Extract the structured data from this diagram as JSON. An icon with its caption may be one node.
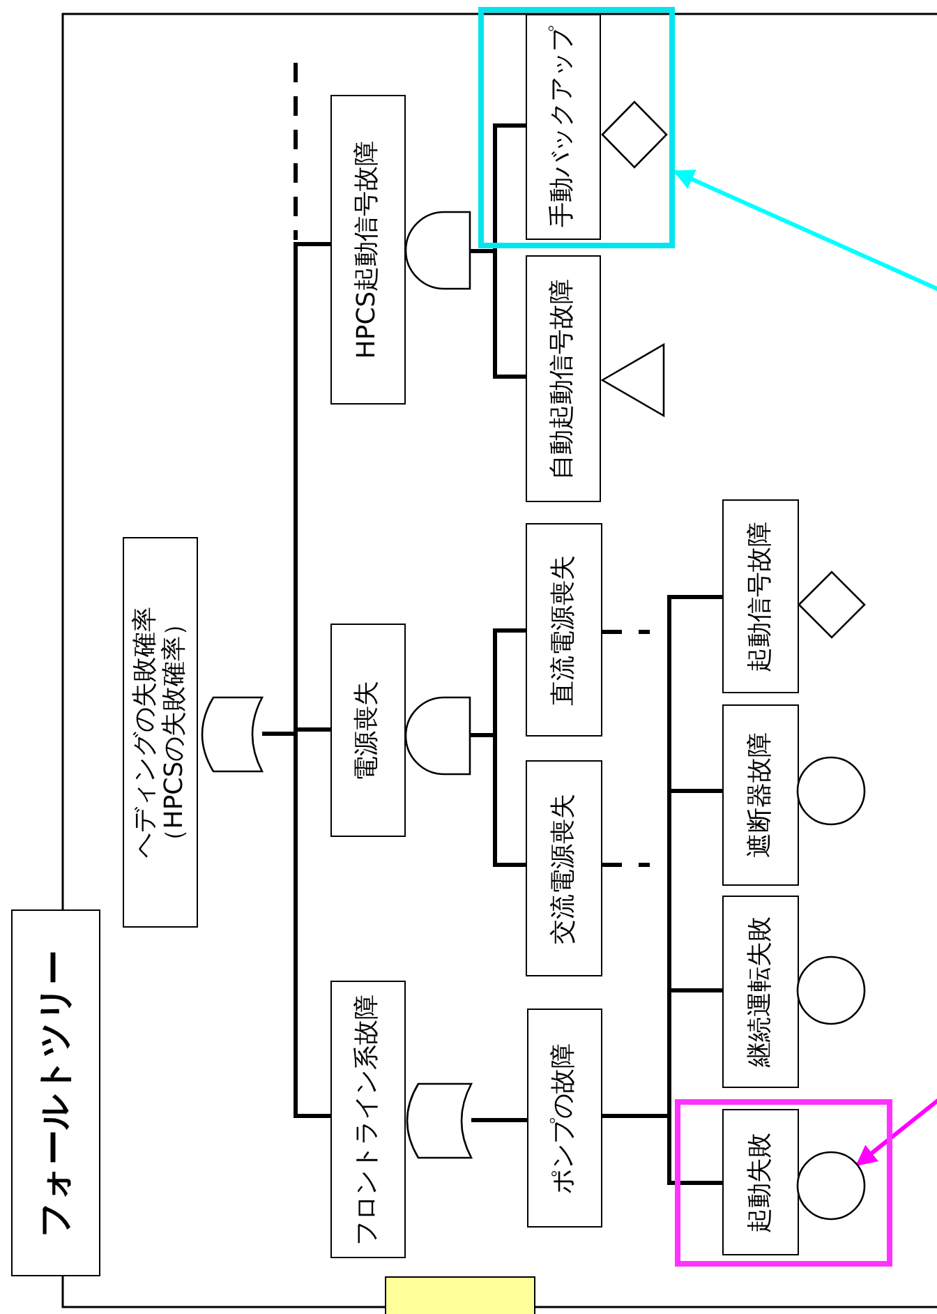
{
  "diagram": {
    "title": "フォールトツリー",
    "nodes": [
      {
        "text": [
          "ヘディングの失敗確率（HPCSの失敗確率）"
        ]
      },
      {
        "text": [],
        "shape": "or-gate"
      },
      {
        "text": [
          "HPCS起動信号故障"
        ]
      },
      {
        "text": [],
        "shape": "and-gate"
      },
      {
        "text": [],
        "shape": "box"
      },
      {
        "text": [
          "手動バックアップ"
        ],
        "in": 4
      },
      {
        "text": [],
        "shape": "diamond",
        "in": 4
      },
      {
        "text": [
          "自動起動信号故障"
        ]
      },
      {
        "text": [],
        "shape": "triangle"
      },
      {
        "text": [
          "電源喪失"
        ]
      },
      {
        "text": [],
        "shape": "and-gate"
      },
      {
        "text": [
          "直流電源喪失"
        ]
      },
      {
        "text": [
          "交流電源喪失"
        ]
      },
      {
        "text": [
          "フロントライン系故障"
        ]
      },
      {
        "text": [],
        "shape": "or-gate"
      },
      {
        "text": [
          "ポンプの故障"
        ]
      },
      {
        "text": [
          "起動信号故障"
        ]
      },
      {
        "text": [],
        "shape": "diamond"
      },
      {
        "text": [
          "遮断器故障"
        ]
      },
      {
        "text": [],
        "shape": "circle"
      },
      {
        "text": [
          "継続運転失敗"
        ]
      },
      {
        "text": [],
        "shape": "circle"
      },
      {
        "text": [],
        "shape": "box"
      },
      {
        "text": [
          "起動失敗"
        ],
        "in": 22
      },
      {
        "text": [],
        "shape": "circle",
        "in": 22
      },
      {
        "text": [],
        "shape": "box"
      }
    ],
    "edges": [
      {
        "from": 1,
        "to": 2,
        "arrow": "none"
      },
      {
        "from": 1,
        "to": 9,
        "arrow": "none"
      },
      {
        "from": 1,
        "to": 13,
        "arrow": "none"
      },
      {
        "from": 3,
        "to": 5,
        "arrow": "none"
      },
      {
        "from": 3,
        "to": 7,
        "arrow": "none"
      },
      {
        "from": 10,
        "to": 11,
        "arrow": "none"
      },
      {
        "from": 10,
        "to": 12,
        "arrow": "none"
      },
      {
        "from": 14,
        "to": 15,
        "arrow": "none"
      },
      {
        "from": 15,
        "to": 16,
        "arrow": "none"
      },
      {
        "from": 15,
        "to": 18,
        "arrow": "none"
      },
      {
        "from": 15,
        "to": 20,
        "arrow": "none"
      },
      {
        "from": 15,
        "to": 23,
        "arrow": "none"
      },
      {
        "from": 11,
        "to": null,
        "arrow": "none",
        "style": "dashed"
      },
      {
        "from": 12,
        "to": null,
        "arrow": "none",
        "style": "dashed"
      },
      {
        "from": null,
        "to": 4,
        "arrow": "to",
        "color": "#00ffff"
      },
      {
        "from": null,
        "to": 24,
        "arrow": "to",
        "color": "#ff00ff"
      }
    ]
  }
}
